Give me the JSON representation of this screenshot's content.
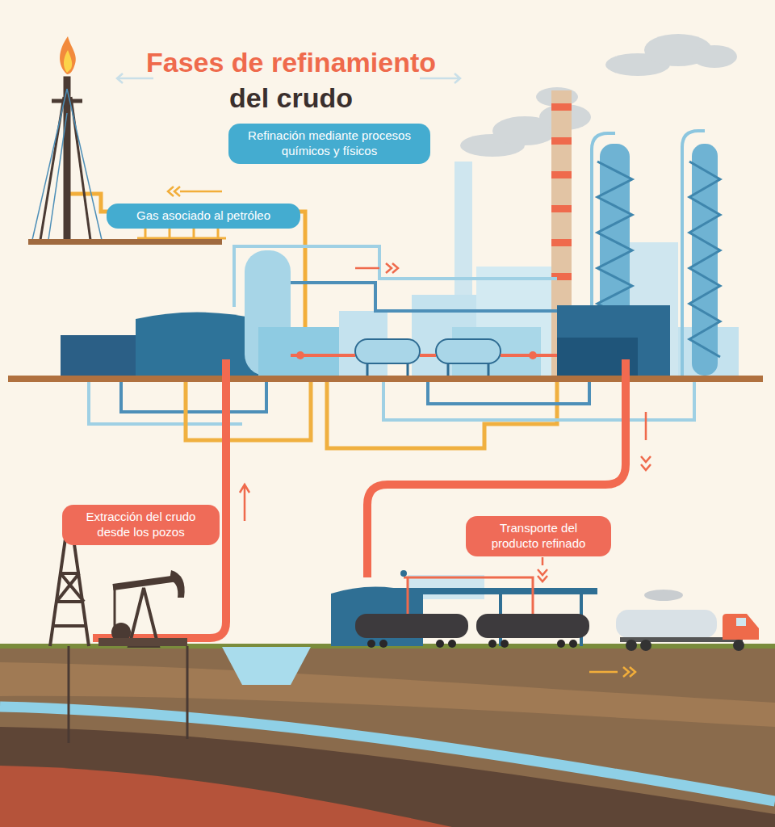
{
  "diagram": {
    "title": "Fases de refinamiento del crudo",
    "nodes": [
      {
        "text": [
          "Refinación mediante procesos químicos y físicos"
        ]
      },
      {
        "text": [
          "Gas asociado al petróleo"
        ]
      },
      {
        "text": [
          "Extracción del crudo desde los pozos"
        ]
      },
      {
        "text": [
          "Transporte del producto refinado"
        ]
      }
    ]
  }
}
